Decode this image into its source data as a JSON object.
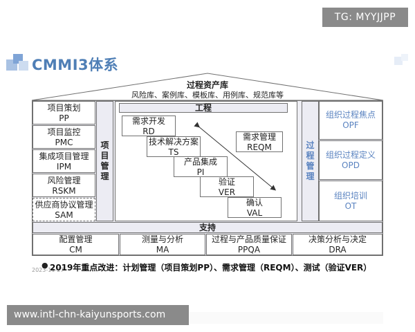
{
  "watermark_tag": "TG: MYYJJPP",
  "title": "CMMI3体系",
  "roof": {
    "title": "过程资产库",
    "subtitle": "风险库、案例库、模板库、用例库、规范库等"
  },
  "left_pillar": {
    "label": "项目管理",
    "items": [
      {
        "name": "项目策划",
        "abbr": "PP"
      },
      {
        "name": "项目监控",
        "abbr": "PMC"
      },
      {
        "name": "集成项目管理",
        "abbr": "IPM"
      },
      {
        "name": "风险管理",
        "abbr": "RSKM"
      },
      {
        "name": "供应商协议管理",
        "abbr": "SAM"
      }
    ]
  },
  "engineering": {
    "label": "工程",
    "steps": [
      {
        "name": "需求开发",
        "abbr": "RD"
      },
      {
        "name": "技术解决方案",
        "abbr": "TS"
      },
      {
        "name": "产品集成",
        "abbr": "PI"
      },
      {
        "name": "验证",
        "abbr": "VER"
      },
      {
        "name": "确认",
        "abbr": "VAL"
      }
    ],
    "reqm": {
      "name": "需求管理",
      "abbr": "REQM"
    }
  },
  "right_pillar": {
    "label": "过程管理",
    "items": [
      {
        "name": "组织过程焦点",
        "abbr": "OPF"
      },
      {
        "name": "组织过程定义",
        "abbr": "OPD"
      },
      {
        "name": "组织培训",
        "abbr": "OT"
      }
    ]
  },
  "support": {
    "label": "支持",
    "items": [
      {
        "name": "配置管理",
        "abbr": "CM"
      },
      {
        "name": "测量与分析",
        "abbr": "MA"
      },
      {
        "name": "过程与产品质量保证",
        "abbr": "PPQA"
      },
      {
        "name": "决策分析与决定",
        "abbr": "DRA"
      }
    ]
  },
  "date": "2023-11-27",
  "note": "2019年重点改进：计划管理（项目策划PP）、需求管理（REQM）、测试（验证VER）",
  "url": "www.intl-chn-kaiyunsports.com"
}
